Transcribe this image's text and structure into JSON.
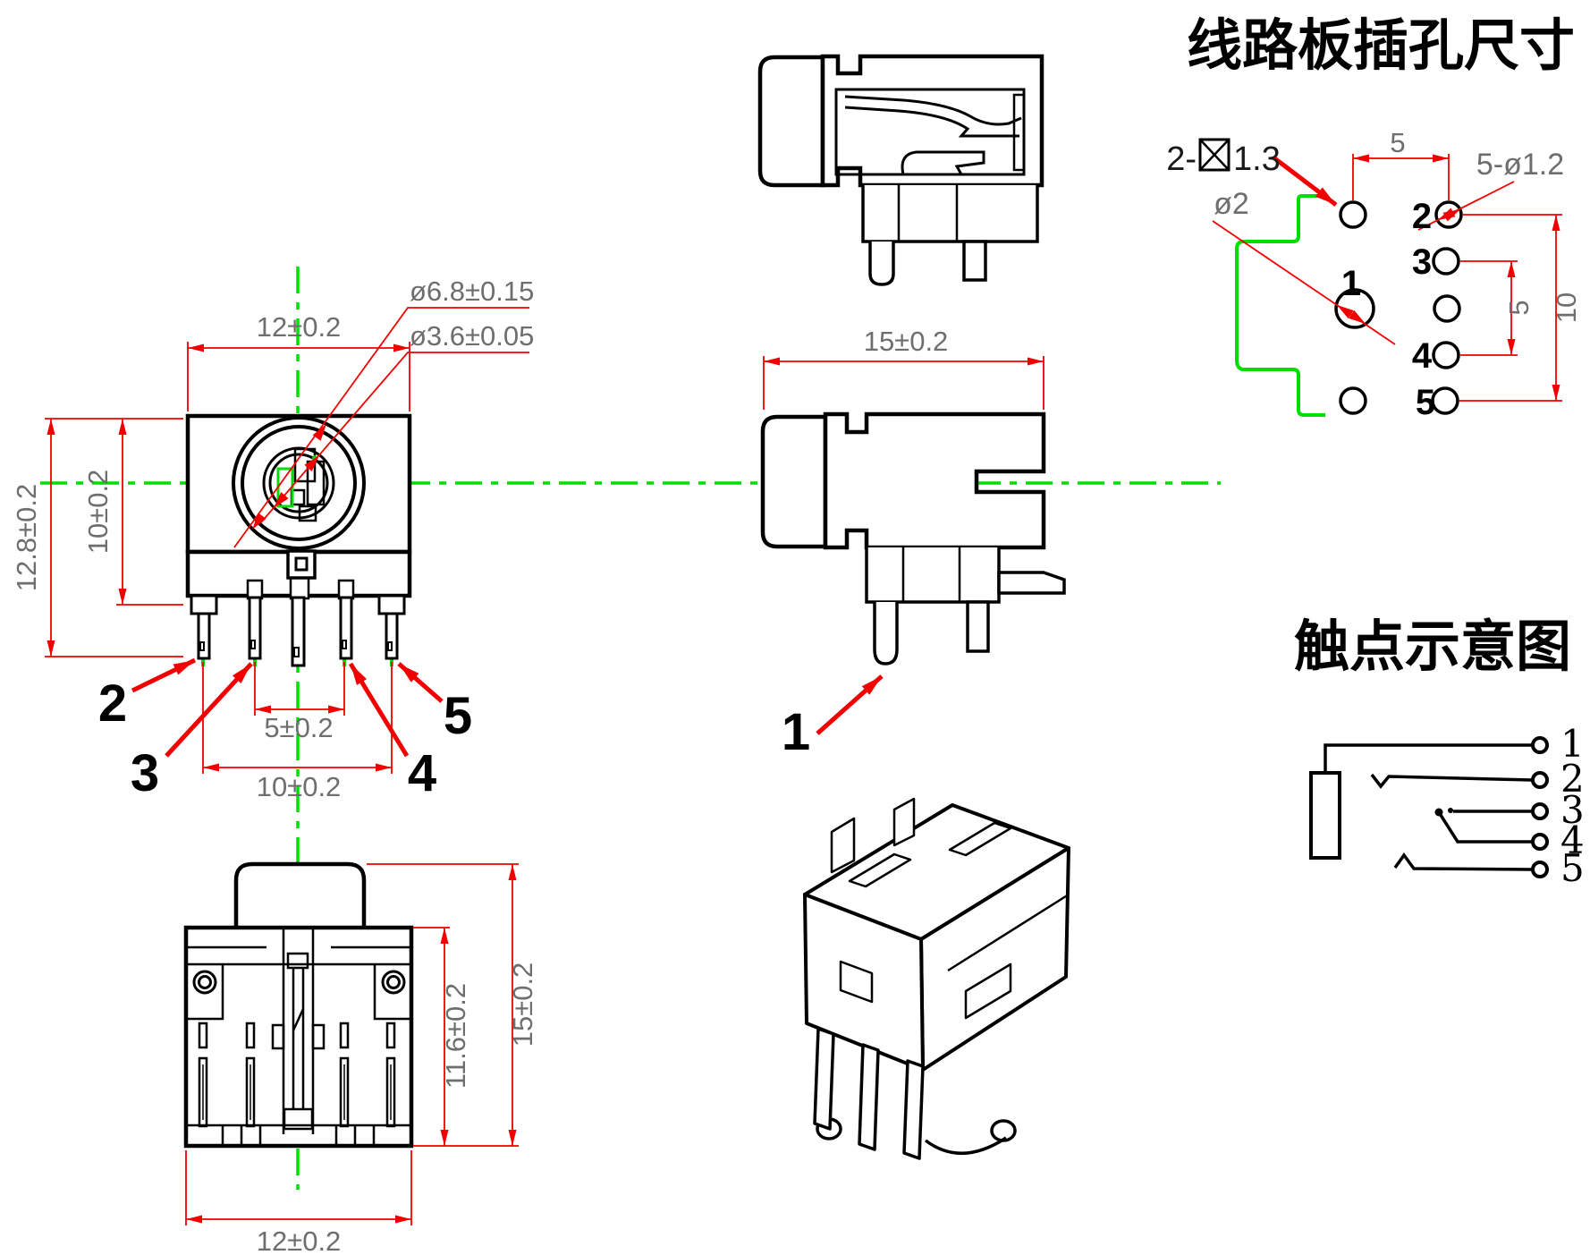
{
  "titles": {
    "pcb_layout": "线路板插孔尺寸",
    "contact_schematic": "触点示意图"
  },
  "front_view": {
    "dim_width": "12±0.2",
    "dim_total_height": "12.8±0.2",
    "dim_body_height": "10±0.2",
    "dia_outer": "ø6.8±0.15",
    "dia_inner": "ø3.6±0.05",
    "dim_pins_inner": "5±0.2",
    "dim_pins_outer": "10±0.2",
    "pin2": "2",
    "pin3": "3",
    "pin4": "4",
    "pin5": "5"
  },
  "side_view": {
    "dim_width": "15±0.2",
    "pin1": "1"
  },
  "bottom_view": {
    "dim_body_height": "11.6±0.2",
    "dim_total_height": "15±0.2",
    "dim_width": "12±0.2"
  },
  "pcb_view": {
    "square_holes_prefix": "2-",
    "square_holes_size": "1.3",
    "center_hole_dia": "ø2",
    "pin_holes": "5-ø1.2",
    "dim_top": "5",
    "dim_right_inner": "5",
    "dim_right_outer": "10",
    "hole1": "1",
    "hole2": "2",
    "hole3": "3",
    "hole4": "4",
    "hole5": "5"
  },
  "schematic": {
    "t1": "1",
    "t2": "2",
    "t3": "3",
    "t4": "4",
    "t5": "5"
  },
  "colors": {
    "dimension_red": "#f20000",
    "centerline_green": "#00dd00",
    "line_black": "#000000",
    "dim_text_gray": "#6e6e6e"
  }
}
